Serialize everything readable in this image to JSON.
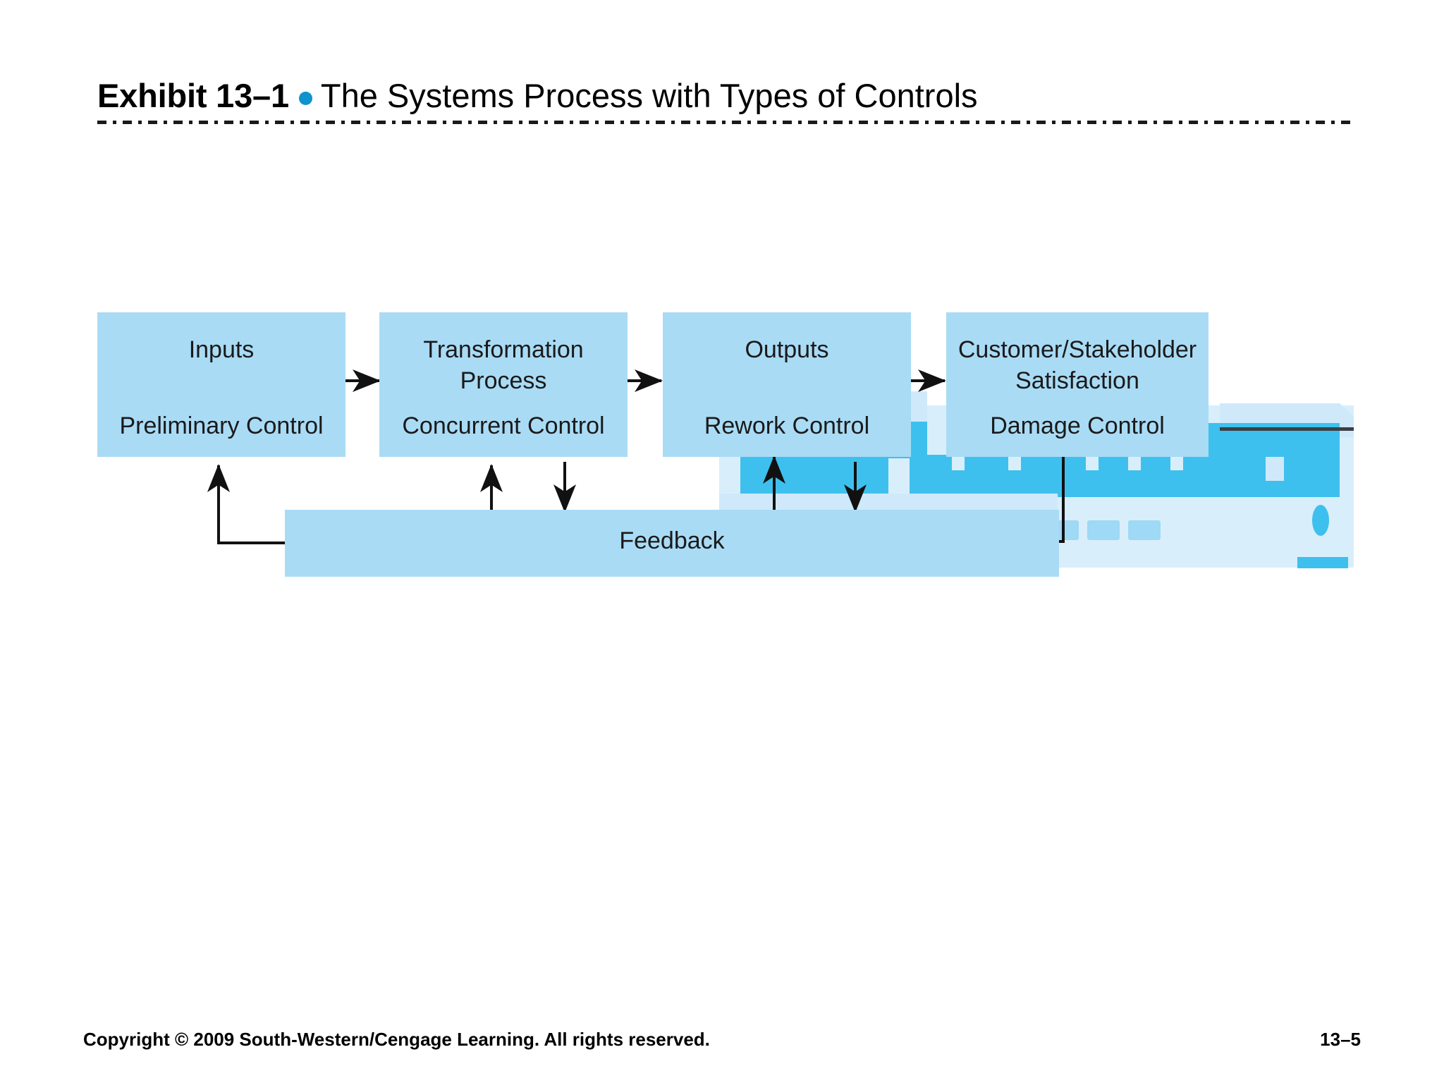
{
  "slide": {
    "background_color": "#ffffff"
  },
  "title": {
    "exhibit_label": "Exhibit 13–1",
    "bullet_icon": "bullet-dot-icon",
    "bullet_color": "#0f93cc",
    "heading": "The Systems Process with Types of Controls",
    "rule_style": "dash-dot",
    "rule_color": "#1a1a1a"
  },
  "diagram": {
    "box_fill": "#a9dbf5",
    "accent_fill": "#3ec0ee",
    "light_fill": "#cfe9fa",
    "pale_fill": "#d9eefb",
    "line_color": "#111111",
    "text_color": "#1a1a1a",
    "boxes": [
      {
        "id": "inputs",
        "top_label": "Inputs",
        "bottom_label": "Preliminary Control"
      },
      {
        "id": "transformation",
        "top_label": "Transformation\nProcess",
        "top_label_line1": "Transformation",
        "top_label_line2": "Process",
        "bottom_label": "Concurrent Control"
      },
      {
        "id": "outputs",
        "top_label": "Outputs",
        "bottom_label": "Rework Control"
      },
      {
        "id": "satisfaction",
        "top_label_line1": "Customer/Stakeholder",
        "top_label_line2": "Satisfaction",
        "bottom_label": "Damage Control"
      }
    ],
    "feedback": {
      "label": "Feedback"
    },
    "connectors": [
      {
        "from": "inputs",
        "to": "transformation",
        "direction": "right"
      },
      {
        "from": "transformation",
        "to": "outputs",
        "direction": "right"
      },
      {
        "from": "outputs",
        "to": "satisfaction",
        "direction": "right"
      },
      {
        "from": "feedback",
        "to": "inputs",
        "direction": "up"
      },
      {
        "from": "feedback",
        "to": "transformation",
        "direction": "up"
      },
      {
        "from": "transformation",
        "to": "feedback",
        "direction": "down"
      },
      {
        "from": "feedback",
        "to": "outputs",
        "direction": "up"
      },
      {
        "from": "outputs",
        "to": "feedback",
        "direction": "down"
      },
      {
        "from": "satisfaction",
        "to": "feedback",
        "direction": "down-left"
      }
    ],
    "decoration": {
      "name": "office-machine-graphic"
    }
  },
  "footer": {
    "copyright": "Copyright © 2009 South-Western/Cengage Learning. All rights reserved.",
    "page_number": "13–5"
  }
}
